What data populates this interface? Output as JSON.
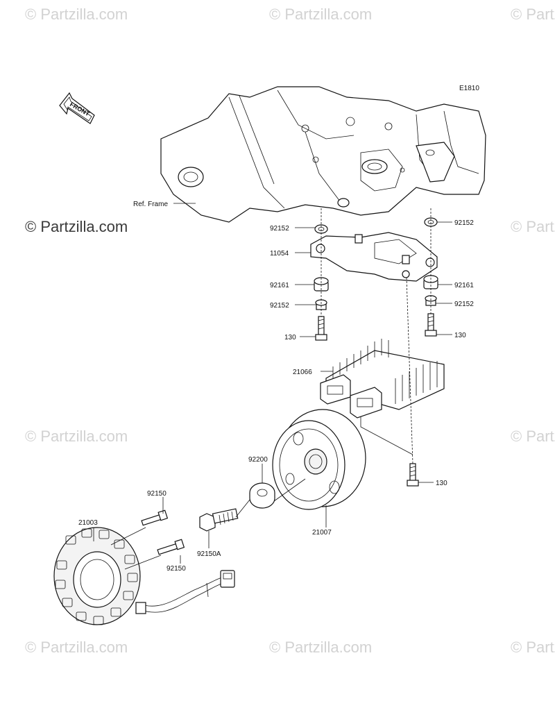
{
  "diagram_code": "E1810",
  "front_label": "FRONT",
  "ref_frame_label": "Ref. Frame",
  "watermark_text": "© Partzilla.com",
  "part_labels": {
    "p92152_left": "92152",
    "p92152_right": "92152",
    "p11054": "11054",
    "p92161_left": "92161",
    "p92161_right": "92161",
    "p92152_left2": "92152",
    "p92152_right2": "92152",
    "p130_left": "130",
    "p130_right": "130",
    "p21066": "21066",
    "p92200": "92200",
    "p130_lower": "130",
    "p92150_top": "92150",
    "p21003": "21003",
    "p92150A": "92150A",
    "p21007": "21007",
    "p92150_lower": "92150"
  },
  "colors": {
    "line": "#111111",
    "watermark": "#d2d2d2",
    "watermark_strong": "#3a3a3a",
    "background": "#ffffff"
  }
}
